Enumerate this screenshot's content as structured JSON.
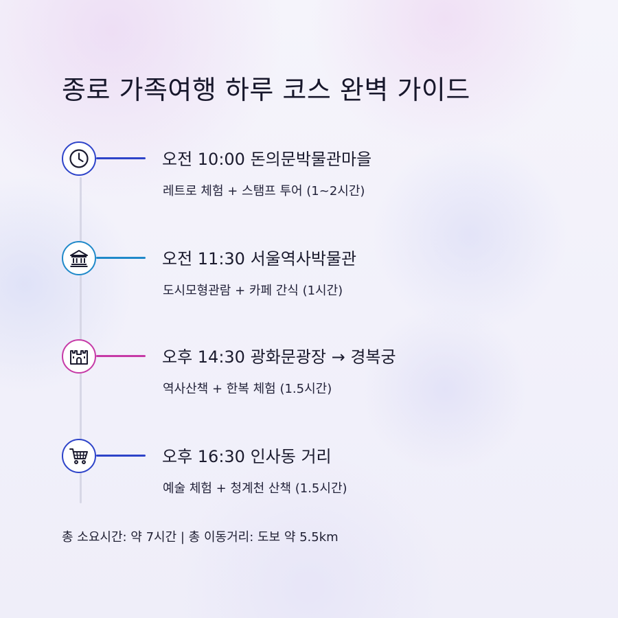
{
  "title": "종로 가족여행 하루 코스 완벽 가이드",
  "stops": [
    {
      "title": "오전 10:00 돈의문박물관마을",
      "desc": "레트로 체험 + 스탬프 투어 (1~2시간)",
      "icon": "clock-icon",
      "color": "#2d43c9"
    },
    {
      "title": "오전 11:30 서울역사박물관",
      "desc": "도시모형관람 + 카페 간식 (1시간)",
      "icon": "museum-icon",
      "color": "#1f89c9"
    },
    {
      "title": "오후 14:30 광화문광장 → 경복궁",
      "desc": "역사산책 + 한복 체험 (1.5시간)",
      "icon": "palace-icon",
      "color": "#c63aa6"
    },
    {
      "title": "오후 16:30 인사동 거리",
      "desc": "예술 체험 + 청계천 산책 (1.5시간)",
      "icon": "cart-icon",
      "color": "#2d43c9"
    }
  ],
  "summary": "총 소요시간: 약 7시간 | 총 이동거리: 도보 약 5.5km"
}
